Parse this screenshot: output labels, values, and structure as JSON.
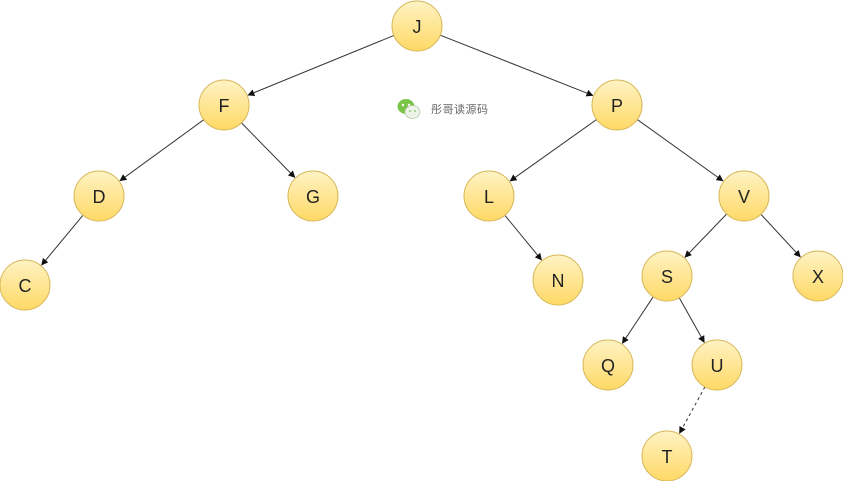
{
  "diagram": {
    "nodes": [
      {
        "id": "J",
        "label": "J"
      },
      {
        "id": "F",
        "label": "F"
      },
      {
        "id": "P",
        "label": "P"
      },
      {
        "id": "D",
        "label": "D"
      },
      {
        "id": "G",
        "label": "G"
      },
      {
        "id": "L",
        "label": "L"
      },
      {
        "id": "V",
        "label": "V"
      },
      {
        "id": "C",
        "label": "C"
      },
      {
        "id": "N",
        "label": "N"
      },
      {
        "id": "S",
        "label": "S"
      },
      {
        "id": "X",
        "label": "X"
      },
      {
        "id": "Q",
        "label": "Q"
      },
      {
        "id": "U",
        "label": "U"
      },
      {
        "id": "T",
        "label": "T"
      }
    ],
    "edges": [
      {
        "from": "J",
        "to": "F",
        "style": "solid"
      },
      {
        "from": "J",
        "to": "P",
        "style": "solid"
      },
      {
        "from": "F",
        "to": "D",
        "style": "solid"
      },
      {
        "from": "F",
        "to": "G",
        "style": "solid"
      },
      {
        "from": "D",
        "to": "C",
        "style": "solid"
      },
      {
        "from": "P",
        "to": "L",
        "style": "solid"
      },
      {
        "from": "P",
        "to": "V",
        "style": "solid"
      },
      {
        "from": "L",
        "to": "N",
        "style": "solid"
      },
      {
        "from": "V",
        "to": "S",
        "style": "solid"
      },
      {
        "from": "V",
        "to": "X",
        "style": "solid"
      },
      {
        "from": "S",
        "to": "Q",
        "style": "solid"
      },
      {
        "from": "S",
        "to": "U",
        "style": "solid"
      },
      {
        "from": "U",
        "to": "T",
        "style": "dashed"
      }
    ],
    "colors": {
      "node_fill_top": "#fff3c4",
      "node_fill_bottom": "#ffd966",
      "node_stroke": "#d6b656",
      "edge": "#333333"
    }
  },
  "watermark": {
    "icon": "wechat-icon",
    "text": "彤哥读源码"
  }
}
